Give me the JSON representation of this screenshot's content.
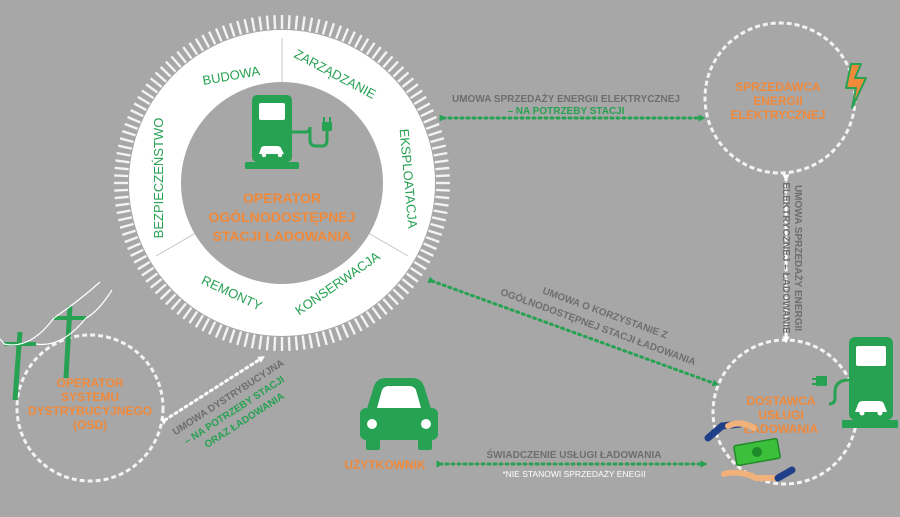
{
  "colors": {
    "background": "#a7a7a7",
    "orange": "#f0893a",
    "green": "#27a152",
    "white": "#ffffff",
    "gray_text": "#6e6e6e",
    "dashed_ring": "#f3f3f3"
  },
  "hub": {
    "title_lines": [
      "OPERATOR",
      "OGÓLNODOSTĘPNEJ",
      "STACJI ŁADOWANIA"
    ],
    "segments": {
      "budowa": "BUDOWA",
      "zarzadzanie": "ZARZĄDZANIE",
      "eksploatacja": "EKSPLOATACJA",
      "konserwacja": "KONSERWACJA",
      "remonty": "REMONTY",
      "bezpieczenstwo": "BEZPIECZEŃSTWO"
    }
  },
  "nodes": {
    "seller": {
      "lines": [
        "SPRZEDAWCA",
        "ENERGII",
        "ELEKTRYCZNEJ"
      ]
    },
    "osd": {
      "lines": [
        "OPERATOR",
        "SYSTEMU",
        "DYSTRYBUCYJNEGO",
        "(OSD)"
      ]
    },
    "provider": {
      "lines": [
        "DOSTAWCA",
        "USŁUGI",
        "ŁADOWANIA"
      ]
    },
    "user": {
      "label": "UŻYTKOWNIK"
    }
  },
  "connections": {
    "hub_seller": {
      "line1": "UMOWA SPRZEDAŻY ENERGII ELEKTRYCZNEJ",
      "line2": "– NA POTRZEBY STACJI"
    },
    "seller_provider": {
      "line1": "UMOWA SPRZEDAŻY ENERGII",
      "line2": "ELEKTRYCZNEJ – ŁADOWANIE"
    },
    "hub_provider": {
      "line1": "UMOWA O KORZYSTANIE Z",
      "line2": "OGÓLNODOSTĘPNEJ STACJI ŁADOWANIA"
    },
    "osd_hub": {
      "line1": "UMOWA DYSTRYBUCYJNA",
      "line2": "– NA POTRZEBY STACJI",
      "line3": "ORAZ ŁADOWANIA"
    },
    "provider_user": {
      "line1": "ŚWIADCZENIE USŁUGI ŁADOWANIA",
      "line2": "*NIE STANOWI SPRZEDAŻY ENEGII"
    }
  },
  "icons": {
    "hub_charger": "charging-station-icon",
    "lightning": "lightning-bolt-icon",
    "power_pole": "power-pole-icon",
    "car": "car-icon",
    "provider_charger": "charging-station-icon",
    "money": "money-exchange-icon"
  }
}
